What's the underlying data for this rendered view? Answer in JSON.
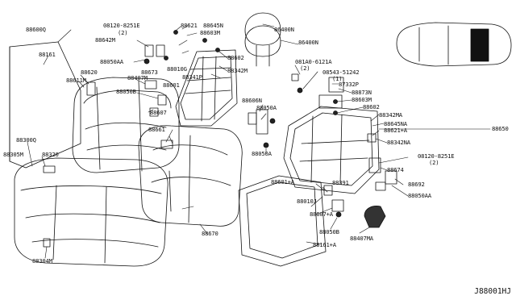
{
  "diagram": {
    "diagram_code": "J88001HJ",
    "part_labels": [
      "88600Q",
      "88161",
      "88620",
      "88611M",
      "88050AA",
      "88642M",
      "08120-8251E",
      "(2)",
      "88621",
      "88645N",
      "88603M",
      "88673",
      "88010G",
      "88602",
      "88407M",
      "88341P",
      "88601",
      "88050B",
      "88607",
      "88342M",
      "86400N",
      "86400N",
      "88661",
      "88606N",
      "88050A",
      "88050A",
      "88300Q",
      "88305M",
      "88320",
      "88304M",
      "88670",
      "081A0-6121A",
      "(2)",
      "08543-51242",
      "(1)",
      "87332P",
      "88873N",
      "88603M",
      "88602",
      "88342MA",
      "88645NA",
      "88621+A",
      "88342NA",
      "88650",
      "08120-8251E",
      "(2)",
      "88674",
      "88692",
      "88050AA",
      "88601+A",
      "88010J",
      "88391",
      "88607+A",
      "88050B",
      "88407MA",
      "88161+A"
    ]
  }
}
